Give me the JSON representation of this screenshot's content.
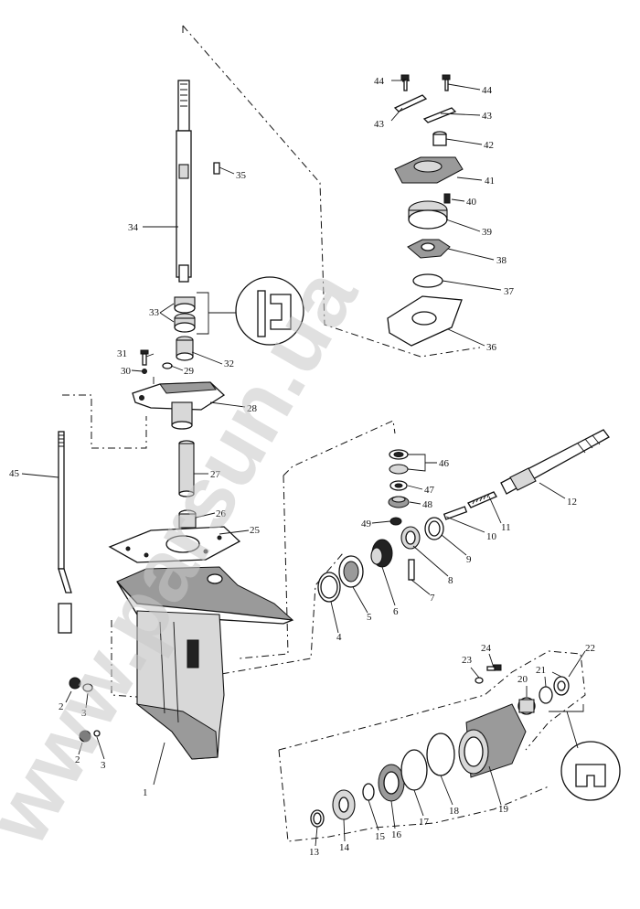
{
  "watermark": "www.parsun.ua",
  "callouts": {
    "c1": "1",
    "c2a": "2",
    "c2b": "2",
    "c3a": "3",
    "c3b": "3",
    "c4": "4",
    "c5": "5",
    "c6": "6",
    "c7": "7",
    "c8": "8",
    "c9": "9",
    "c10": "10",
    "c11": "11",
    "c12": "12",
    "c13": "13",
    "c14": "14",
    "c15": "15",
    "c16": "16",
    "c17": "17",
    "c18": "18",
    "c19": "19",
    "c20": "20",
    "c21": "21",
    "c22": "22",
    "c23": "23",
    "c24": "24",
    "c25": "25",
    "c26": "26",
    "c27": "27",
    "c28": "28",
    "c29": "29",
    "c30": "30",
    "c31": "31",
    "c32": "32",
    "c33": "33",
    "c34": "34",
    "c35": "35",
    "c36": "36",
    "c37": "37",
    "c38": "38",
    "c39": "39",
    "c40": "40",
    "c41": "41",
    "c42": "42",
    "c43a": "43",
    "c43b": "43",
    "c44a": "44",
    "c44b": "44",
    "c45": "45",
    "c46": "46",
    "c47": "47",
    "c48": "48",
    "c49": "49"
  }
}
